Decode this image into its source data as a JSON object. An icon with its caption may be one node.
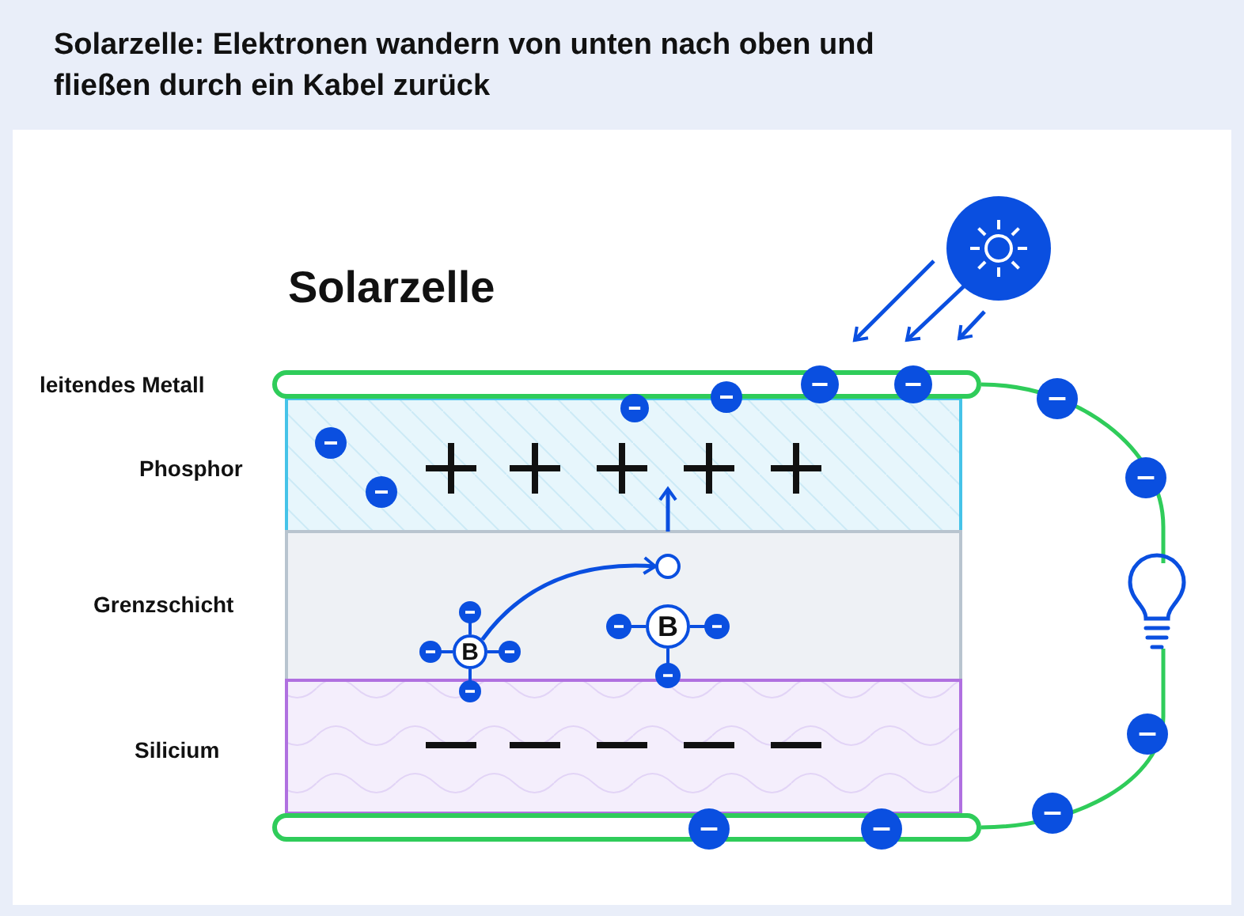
{
  "diagram": {
    "title": "Solarzelle: Elektronen wandern von unten nach oben und fließen durch ein Kabel zurück",
    "nodes": [
      {
        "text": [
          "B"
        ]
      },
      {
        "text": [
          "B"
        ]
      },
      {
        "text": [],
        "shape": "circle"
      },
      {
        "text": [],
        "shape": "box"
      },
      {
        "text": [],
        "shape": "box"
      },
      {
        "text": [],
        "shape": "picture"
      }
    ],
    "edges": [
      {
        "from": 0,
        "to": 2,
        "arrow": "to",
        "color": "#0a4fe0"
      },
      {
        "from": 3,
        "to": 5,
        "arrow": "none"
      },
      {
        "from": 5,
        "to": 4,
        "arrow": "none"
      }
    ],
    "labels": [
      "Solarzelle",
      "leitendes Metall",
      "Phosphor",
      "Grenzschicht",
      "Silicium"
    ]
  }
}
